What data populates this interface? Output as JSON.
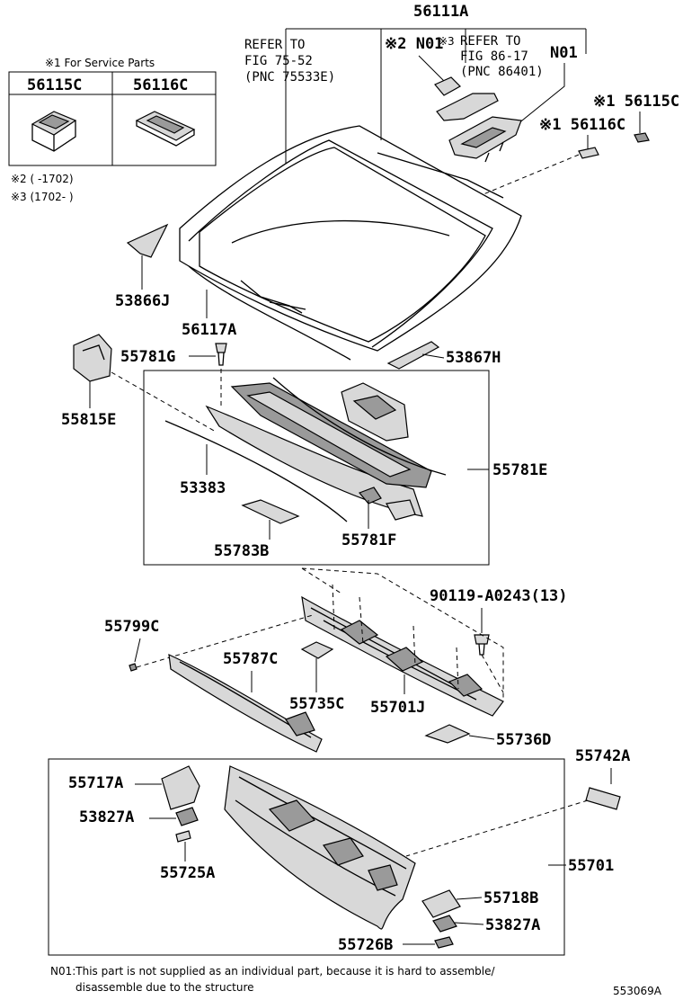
{
  "diagram_id": "553069A",
  "legend": {
    "title": "※1 For Service Parts",
    "col1": "56115C",
    "col2": "56116C",
    "note2": "※2 (      -1702)",
    "note3": "※3 (1702-      )"
  },
  "refs": {
    "ref1_l1": "REFER TO",
    "ref1_l2": "FIG 75-52",
    "ref1_l3": "(PNC 75533E)",
    "ref2_l1": "REFER TO",
    "ref2_l2": "FIG 86-17",
    "ref2_l3": "(PNC 86401)"
  },
  "labels": {
    "p56111A": "56111A",
    "n01_a": "※2 N01",
    "n01_b_mark": "※3",
    "n01_c": "N01",
    "p56115C": "※1 56115C",
    "p56116C": "※1 56116C",
    "p53866J": "53866J",
    "p56117A": "56117A",
    "p55781G": "55781G",
    "p53867H": "53867H",
    "p55815E": "55815E",
    "p53383": "53383",
    "p55781E": "55781E",
    "p55783B": "55783B",
    "p55781F": "55781F",
    "p90119": "90119-A0243(13)",
    "p55799C": "55799C",
    "p55787C": "55787C",
    "p55735C": "55735C",
    "p55701J": "55701J",
    "p55736D": "55736D",
    "p55742A": "55742A",
    "p55717A": "55717A",
    "p53827A_1": "53827A",
    "p55725A": "55725A",
    "p55701": "55701",
    "p55718B": "55718B",
    "p53827A_2": "53827A",
    "p55726B": "55726B"
  },
  "footnote": {
    "line1": "N01:This part is not supplied as an individual part, because it is hard to assemble/",
    "line2": "disassemble due to the structure"
  }
}
